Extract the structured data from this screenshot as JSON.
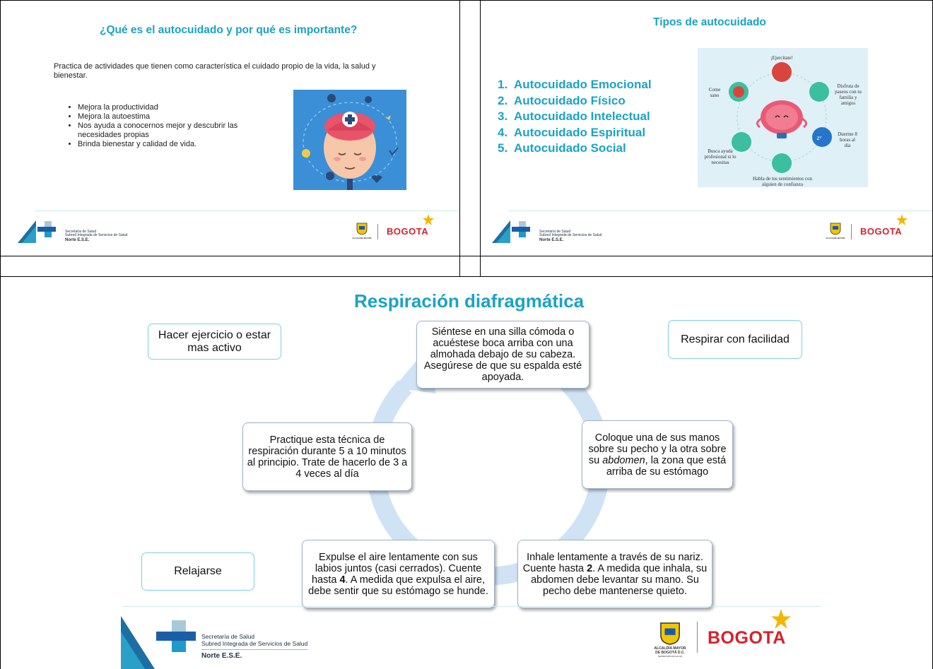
{
  "slide1": {
    "title": "¿Qué es el autocuidado y por qué es importante?",
    "intro": "Practica de actividades que tienen como característica el cuidado propio de la vida, la salud y bienestar.",
    "bullets": [
      "Mejora la productividad",
      "Mejora la autoestima",
      "Nos ayuda a conocernos mejor y descubrir las necesidades propias",
      "Brinda bienestar y calidad de vida."
    ]
  },
  "slide2": {
    "title": "Tipos de autocuidado",
    "types": [
      "1.  Autocuidado Emocional",
      "2.  Autocuidado Físico",
      "3.  Autocuidado Intelectual",
      "4.  Autocuidado Espiritual",
      "5.  Autocuidado Social"
    ],
    "wheel_labels": {
      "top": "¡Ejercítate!",
      "top_right": "Disfruta de paseos con tu familia y amigos",
      "right": "Duerme 8 horas al día",
      "bottom": "Habla de tus sentimientos con alguien de confianza",
      "bottom_left": "Busca ayuda profesional si lo necesitas",
      "left": "Come sano"
    }
  },
  "slide3": {
    "title": "Respiración diafragmática",
    "side_boxes": {
      "top_left": "Hacer ejercicio o estar mas activo",
      "top_right": "Respirar con facilidad",
      "bottom_left": "Relajarse"
    },
    "steps": {
      "top": "Siéntese en una silla cómoda o acuéstese boca arriba con una almohada debajo de su cabeza. Asegúrese de que su espalda esté apoyada.",
      "right_a": "Coloque una de sus manos sobre su pecho y la otra sobre su ",
      "right_em": "abdomen",
      "right_b": ", la zona que está arriba de su estómago",
      "bottom_right_a": "Inhale lentamente a través de su nariz. Cuente hasta ",
      "bottom_right_num": "2",
      "bottom_right_b": ". A medida que inhala, su abdomen debe levantar su mano. Su pecho debe mantenerse quieto.",
      "bottom_left_a": "Expulse el aire lentamente con sus labios juntos (casi cerrados). Cuente hasta ",
      "bottom_left_num": "4",
      "bottom_left_b": ". A medida que expulsa el aire, debe sentir que su estómago se hunde.",
      "left": "Practique esta técnica de respiración durante 5 a 10 minutos al principio. Trate de hacerlo de 3 a 4 veces al día"
    }
  },
  "footer": {
    "secretaria": "Secretaría de Salud",
    "subred": "Subred Integrada de Servicios de Salud",
    "norte": "Norte E.S.E.",
    "alcaldia_1": "ALCALDÍA MAYOR",
    "alcaldia_2": "DE BOGOTÁ D.C.",
    "alcaldia_3": "SECRETARÍA DE SALUD",
    "bogota": "BOGOTA"
  },
  "colors": {
    "title": "#1aa3c4",
    "bogota_red": "#d8202a",
    "star": "#f5b400",
    "cycle_arrow": "#cfe3f4"
  }
}
